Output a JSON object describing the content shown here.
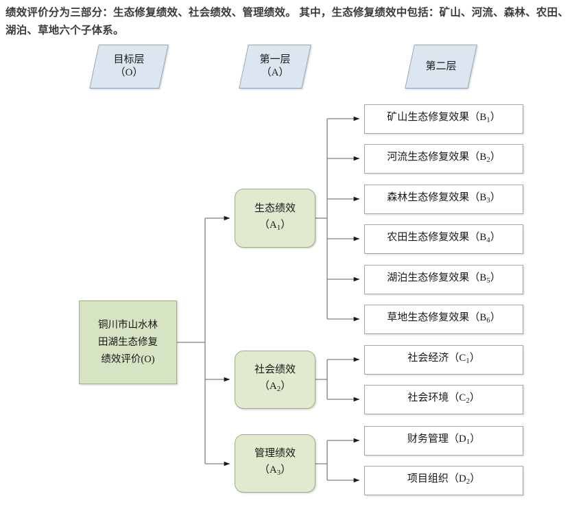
{
  "intro": {
    "text": "绩效评价分为三部分：生态修复绩效、社会绩效、管理绩效。 其中，生态修复绩效中包括：矿山、河流、森林、农田、湖泊、草地六个子体系。"
  },
  "layer_headers": [
    {
      "title": "目标层",
      "code": "（O）"
    },
    {
      "title": "第一层",
      "code": "（A）"
    },
    {
      "title": "第二层",
      "code": ""
    }
  ],
  "goal": {
    "lines": [
      "铜川市山水林",
      "田湖生态修复",
      "绩效评价(O)"
    ]
  },
  "criteria": [
    {
      "title": "生态绩效",
      "code_prefix": "（A",
      "code_sub": "1",
      "code_suffix": "）"
    },
    {
      "title": "社会绩效",
      "code_prefix": "（A",
      "code_sub": "2",
      "code_suffix": "）"
    },
    {
      "title": "管理绩效",
      "code_prefix": "（A",
      "code_sub": "3",
      "code_suffix": "）"
    }
  ],
  "indicators": {
    "ecological": [
      {
        "label": "矿山生态修复效果",
        "code_prefix": "（B",
        "code_sub": "1",
        "code_suffix": "）"
      },
      {
        "label": "河流生态修复效果",
        "code_prefix": "（B",
        "code_sub": "2",
        "code_suffix": "）"
      },
      {
        "label": "森林生态修复效果",
        "code_prefix": "（B",
        "code_sub": "3",
        "code_suffix": "）"
      },
      {
        "label": "农田生态修复效果",
        "code_prefix": "（B",
        "code_sub": "4",
        "code_suffix": "）"
      },
      {
        "label": "湖泊生态修复效果",
        "code_prefix": "（B",
        "code_sub": "5",
        "code_suffix": "）"
      },
      {
        "label": "草地生态修复效果",
        "code_prefix": "（B",
        "code_sub": "6",
        "code_suffix": "）"
      }
    ],
    "social": [
      {
        "label": "社会经济",
        "code_prefix": "（C",
        "code_sub": "1",
        "code_suffix": "）"
      },
      {
        "label": "社会环境",
        "code_prefix": "（C",
        "code_sub": "2",
        "code_suffix": "）"
      }
    ],
    "management": [
      {
        "label": "财务管理",
        "code_prefix": "（D",
        "code_sub": "1",
        "code_suffix": "）"
      },
      {
        "label": "项目组织",
        "code_prefix": "（D",
        "code_sub": "2",
        "code_suffix": "）"
      }
    ]
  },
  "colors": {
    "header_fill": "#dce6f1",
    "header_stroke": "#96a7bb",
    "goal_fill": "#d6e4c4",
    "criteria_fill": "#dfeace",
    "leaf_fill": "#ffffff",
    "leaf_stroke": "#a6a6a6",
    "connector": "#808080",
    "text": "#161616"
  }
}
